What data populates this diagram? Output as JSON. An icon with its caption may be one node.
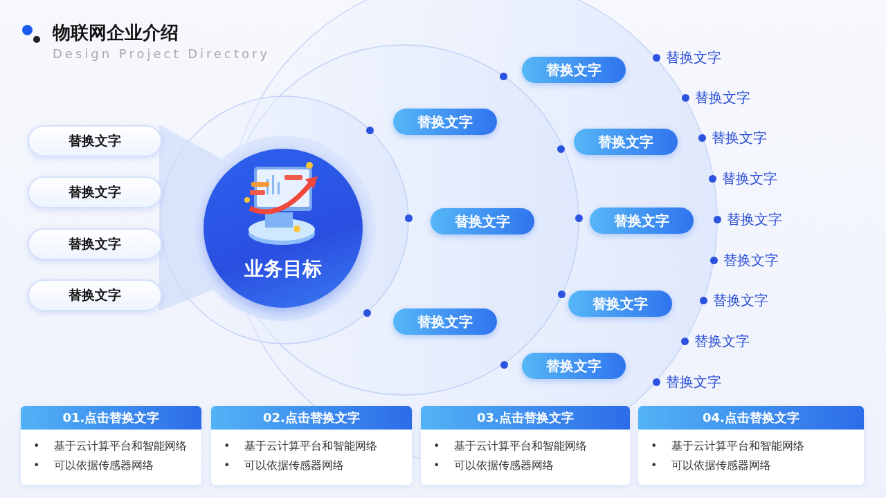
{
  "diagram": {
    "title": "物联网企业介绍",
    "nodes": [
      {
        "text": [
          "替换文字"
        ]
      },
      {
        "text": [
          "替换文字"
        ]
      },
      {
        "text": [
          "替换文字"
        ]
      },
      {
        "text": [
          "替换文字"
        ]
      },
      {
        "text": [
          "业务目标"
        ]
      },
      {
        "text": [
          "替换文字"
        ]
      },
      {
        "text": [
          "替换文字"
        ]
      },
      {
        "text": [
          "替换文字"
        ]
      },
      {
        "text": [
          "替换文字"
        ]
      },
      {
        "text": [
          "替换文字"
        ]
      },
      {
        "text": [
          "替换文字"
        ]
      },
      {
        "text": [
          "替换文字"
        ]
      },
      {
        "text": [
          "替换文字"
        ]
      },
      {
        "text": [
          "替换文字"
        ]
      },
      {
        "text": [
          "替换文字"
        ]
      },
      {
        "text": [
          "替换文字"
        ]
      },
      {
        "text": [
          "替换文字"
        ]
      },
      {
        "text": [
          "替换文字"
        ]
      },
      {
        "text": [
          "替换文字"
        ]
      },
      {
        "text": [
          "替换文字"
        ]
      },
      {
        "text": [
          "替换文字"
        ]
      },
      {
        "text": [
          "替换文字"
        ]
      },
      {
        "text": [
          "01.点击替换文字",
          "•    基于云计算平台和智能网络",
          "•    可以依据传感器网络"
        ]
      },
      {
        "text": [
          "02.点击替换文字",
          "•    基于云计算平台和智能网络",
          "•    可以依据传感器网络"
        ]
      },
      {
        "text": [
          "03.点击替换文字",
          "•    基于云计算平台和智能网络",
          "•    可以依据传感器网络"
        ]
      },
      {
        "text": [
          "04.点击替换文字",
          "•    基于云计算平台和智能网络",
          "•    可以依据传感器网络"
        ]
      }
    ],
    "labels": [
      "Design Project Directory"
    ]
  }
}
